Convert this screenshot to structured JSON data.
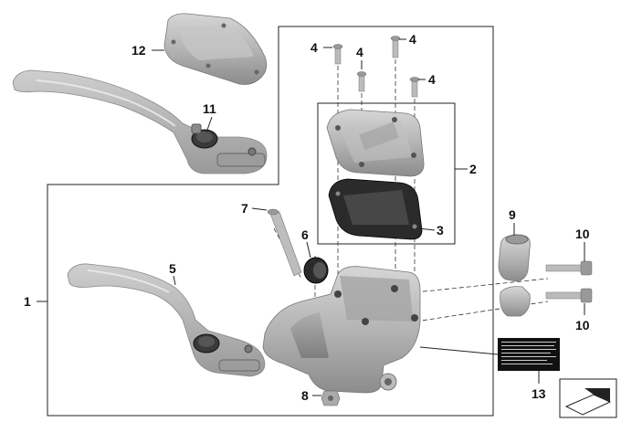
{
  "diagram": {
    "labels": {
      "p1": "1",
      "p2": "2",
      "p3": "3",
      "p4a": "4",
      "p4b": "4",
      "p4c": "4",
      "p4d": "4",
      "p5": "5",
      "p6": "6",
      "p7": "7",
      "p8": "8",
      "p9": "9",
      "p10a": "10",
      "p10b": "10",
      "p11": "11",
      "p12": "12",
      "p13": "13"
    }
  }
}
